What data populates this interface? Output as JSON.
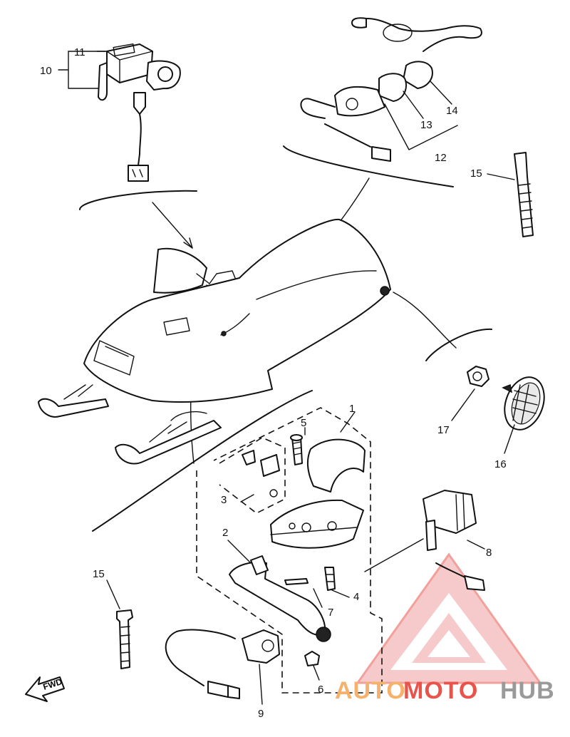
{
  "callouts": [
    "1",
    "2",
    "3",
    "4",
    "5",
    "6",
    "7",
    "8",
    "9",
    "10",
    "11",
    "12",
    "13",
    "14",
    "15",
    "15",
    "16",
    "17"
  ],
  "fwd_mark": "FWD",
  "watermark": {
    "part1": "AUTO",
    "part2": "MOTO",
    "part3": "HUB",
    "color_warm": "#f6b26b",
    "color_red": "#e8534a",
    "color_gray": "#9a9a9a"
  }
}
